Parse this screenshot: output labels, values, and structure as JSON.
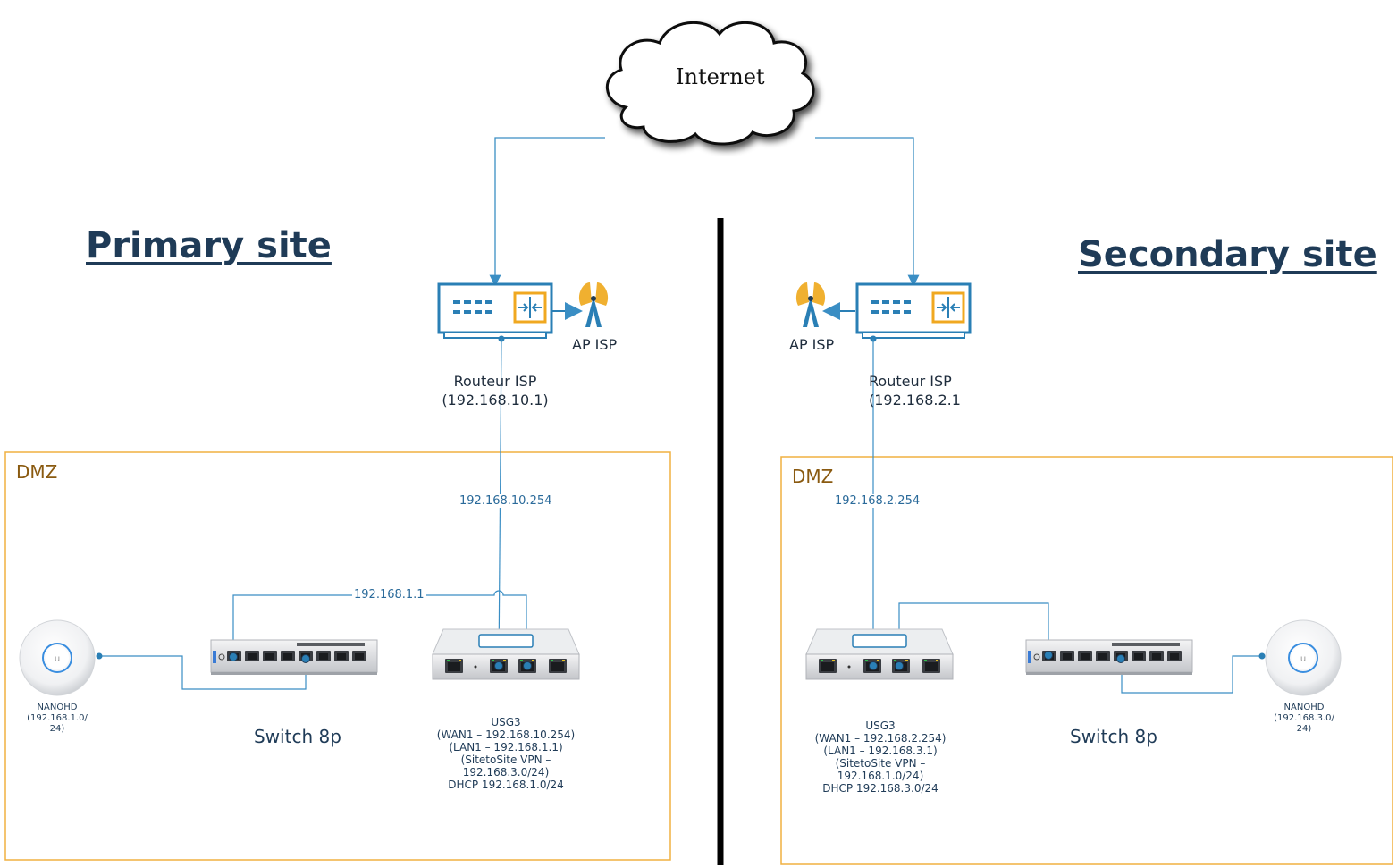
{
  "internet": {
    "label": "Internet"
  },
  "primary": {
    "title": "Primary site",
    "router_label": "Routeur ISP",
    "router_ip": "(192.168.10.1)",
    "ap_label": "AP ISP",
    "dmz_label": "DMZ",
    "wan_ip": "192.168.10.254",
    "lan_ip": "192.168.1.1",
    "switch_label": "Switch 8p",
    "usg_lines": [
      "USG3",
      "(WAN1 – 192.168.10.254)",
      "(LAN1 – 192.168.1.1)",
      "(SitetoSite VPN –",
      "192.168.3.0/24)",
      "DHCP 192.168.1.0/24"
    ],
    "nano_lines": [
      "NANOHD",
      "(192.168.1.0/",
      "24)"
    ]
  },
  "secondary": {
    "title": "Secondary site",
    "router_label": "Routeur ISP",
    "router_ip": "(192.168.2.1",
    "ap_label": "AP ISP",
    "dmz_label": "DMZ",
    "wan_ip": "192.168.2.254",
    "switch_label": "Switch 8p",
    "usg_lines": [
      "USG3",
      "(WAN1 – 192.168.2.254)",
      "(LAN1 – 192.168.3.1)",
      "(SitetoSite VPN –",
      "192.168.1.0/24)",
      "DHCP 192.168.3.0/24"
    ],
    "nano_lines": [
      "NANOHD",
      "(192.168.3.0/",
      "24)"
    ]
  },
  "colors": {
    "link": "#3a8ec4",
    "router": "#2a7fb5",
    "accent": "#f0a820",
    "dmz": "#f0b040",
    "title": "#1f3b57",
    "divider": "#000000"
  },
  "icons": {
    "cloud": "cloud-icon",
    "router": "router-icon",
    "antenna": "antenna-icon",
    "switch": "switch-icon",
    "usg": "usg-icon",
    "ap": "access-point-icon"
  }
}
